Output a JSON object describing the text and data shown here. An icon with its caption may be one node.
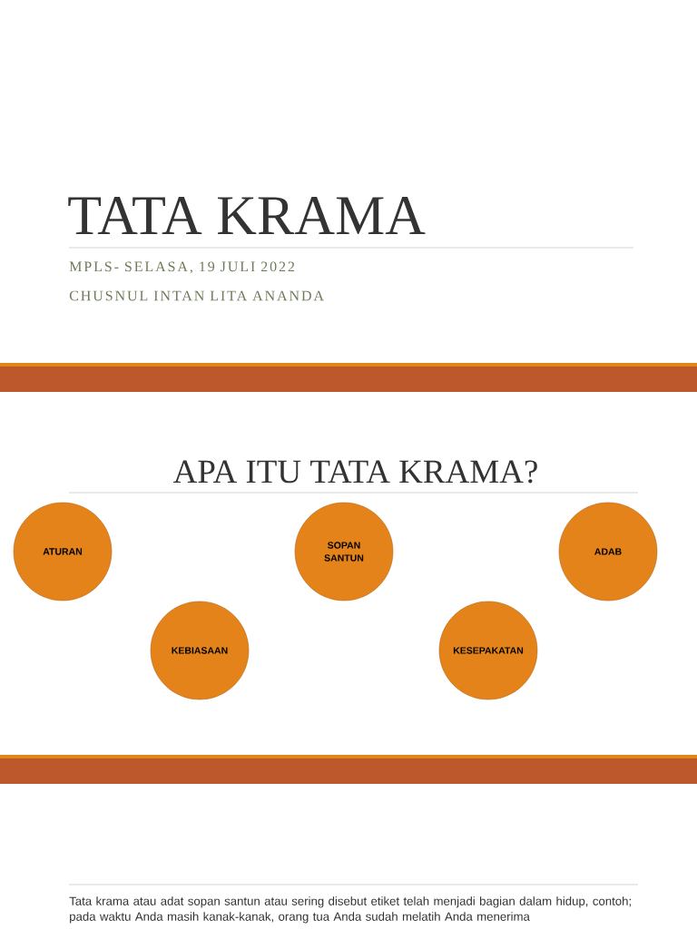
{
  "diagram": {
    "title": "TATA KRAMA",
    "nodes": [
      {
        "text": [
          "ATURAN"
        ]
      },
      {
        "text": [
          "KEBIASAAN"
        ]
      },
      {
        "text": [
          "SOPAN SANTUN"
        ]
      },
      {
        "text": [
          "KESEPAKATAN"
        ]
      },
      {
        "text": [
          "ADAB"
        ]
      }
    ],
    "labels": [
      "MPLS- SELASA, 19 JULI 2022",
      "CHUSNUL INTAN LITA ANANDA",
      "APA ITU TATA KRAMA?",
      "Tata krama atau adat sopan santun atau sering disebut etiket telah menjadi bagian dalam hidup, contoh; pada waktu Anda masih kanak-kanak, orang tua Anda sudah melatih Anda menerima"
    ]
  }
}
